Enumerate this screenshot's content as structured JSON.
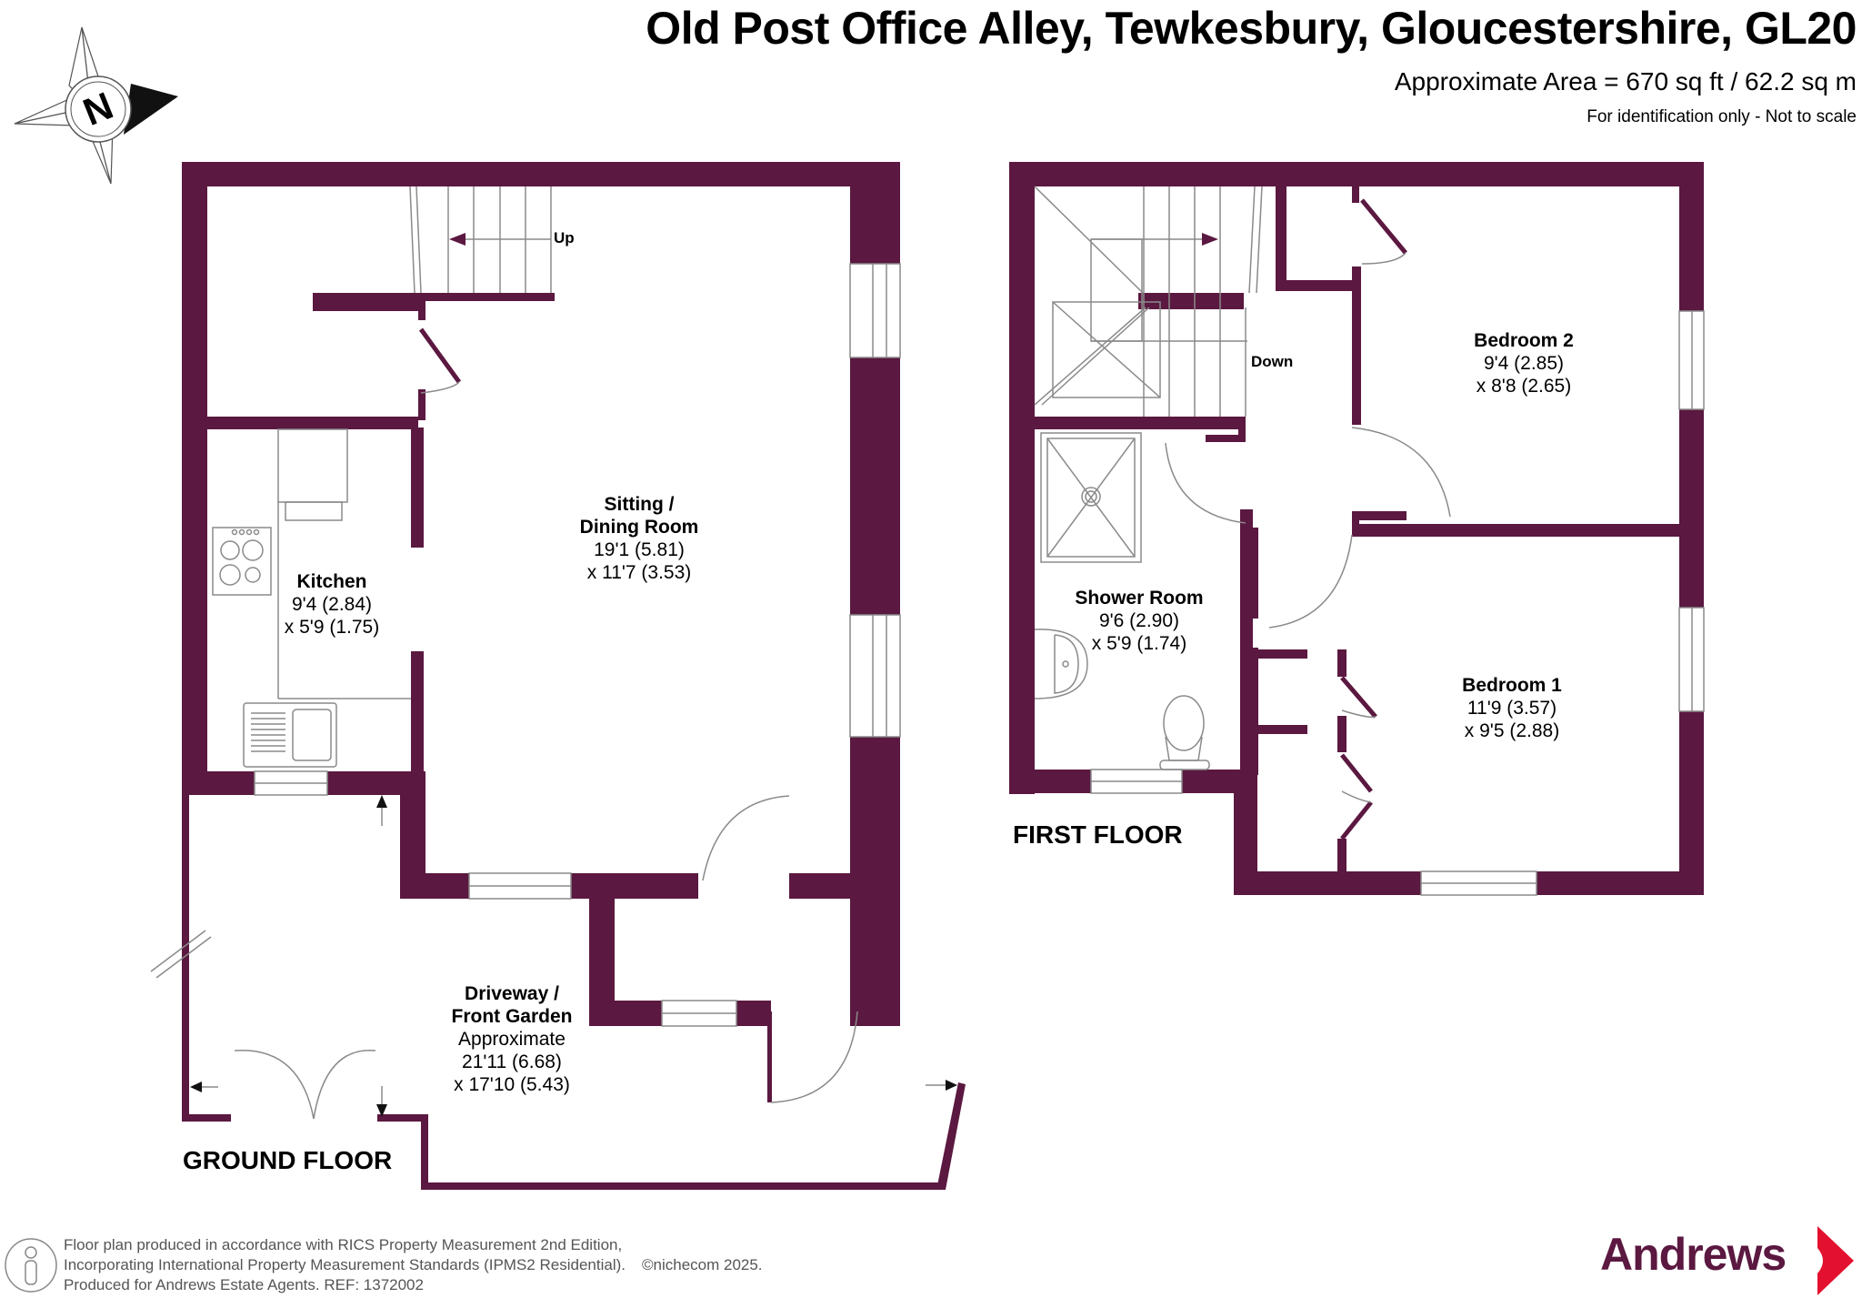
{
  "header": {
    "title": "Old Post Office Alley, Tewkesbury, Gloucestershire, GL20",
    "area": "Approximate Area = 670 sq ft / 62.2 sq m",
    "note": "For identification only - Not to scale"
  },
  "compass": {
    "label": "N",
    "icon": "compass-north-icon"
  },
  "colors": {
    "wall": "#5b1840",
    "fixture_line": "#8a8a8a",
    "brand": "#5b1840",
    "brand_accent": "#e3112f"
  },
  "ground_floor": {
    "label": "GROUND FLOOR",
    "stairs_label": "Up",
    "rooms": [
      {
        "name": "Sitting / Dining Room",
        "line1": "Sitting /",
        "line2": "Dining Room",
        "dim1": "19'1 (5.81)",
        "dim2": "x 11'7 (3.53)"
      },
      {
        "name": "Kitchen",
        "dim1": "9'4 (2.84)",
        "dim2": "x 5'9 (1.75)"
      },
      {
        "name": "Driveway / Front Garden",
        "line1": "Driveway /",
        "line2": "Front Garden",
        "dim0": "Approximate",
        "dim1": "21'11 (6.68)",
        "dim2": "x 17'10 (5.43)"
      }
    ]
  },
  "first_floor": {
    "label": "FIRST FLOOR",
    "stairs_label": "Down",
    "rooms": [
      {
        "name": "Bedroom 2",
        "dim1": "9'4 (2.85)",
        "dim2": "x 8'8 (2.65)"
      },
      {
        "name": "Shower Room",
        "dim1": "9'6 (2.90)",
        "dim2": "x 5'9 (1.74)"
      },
      {
        "name": "Bedroom 1",
        "dim1": "11'9 (3.57)",
        "dim2": "x 9'5 (2.88)"
      }
    ]
  },
  "footer": {
    "line1": "Floor plan produced in accordance with RICS Property Measurement 2nd Edition,",
    "line2": "Incorporating International Property Measurement Standards (IPMS2 Residential).",
    "copyright": "©nichecom 2025.",
    "line3": "Produced for Andrews Estate Agents.   REF: 1372002"
  },
  "brand": {
    "name": "Andrews"
  }
}
